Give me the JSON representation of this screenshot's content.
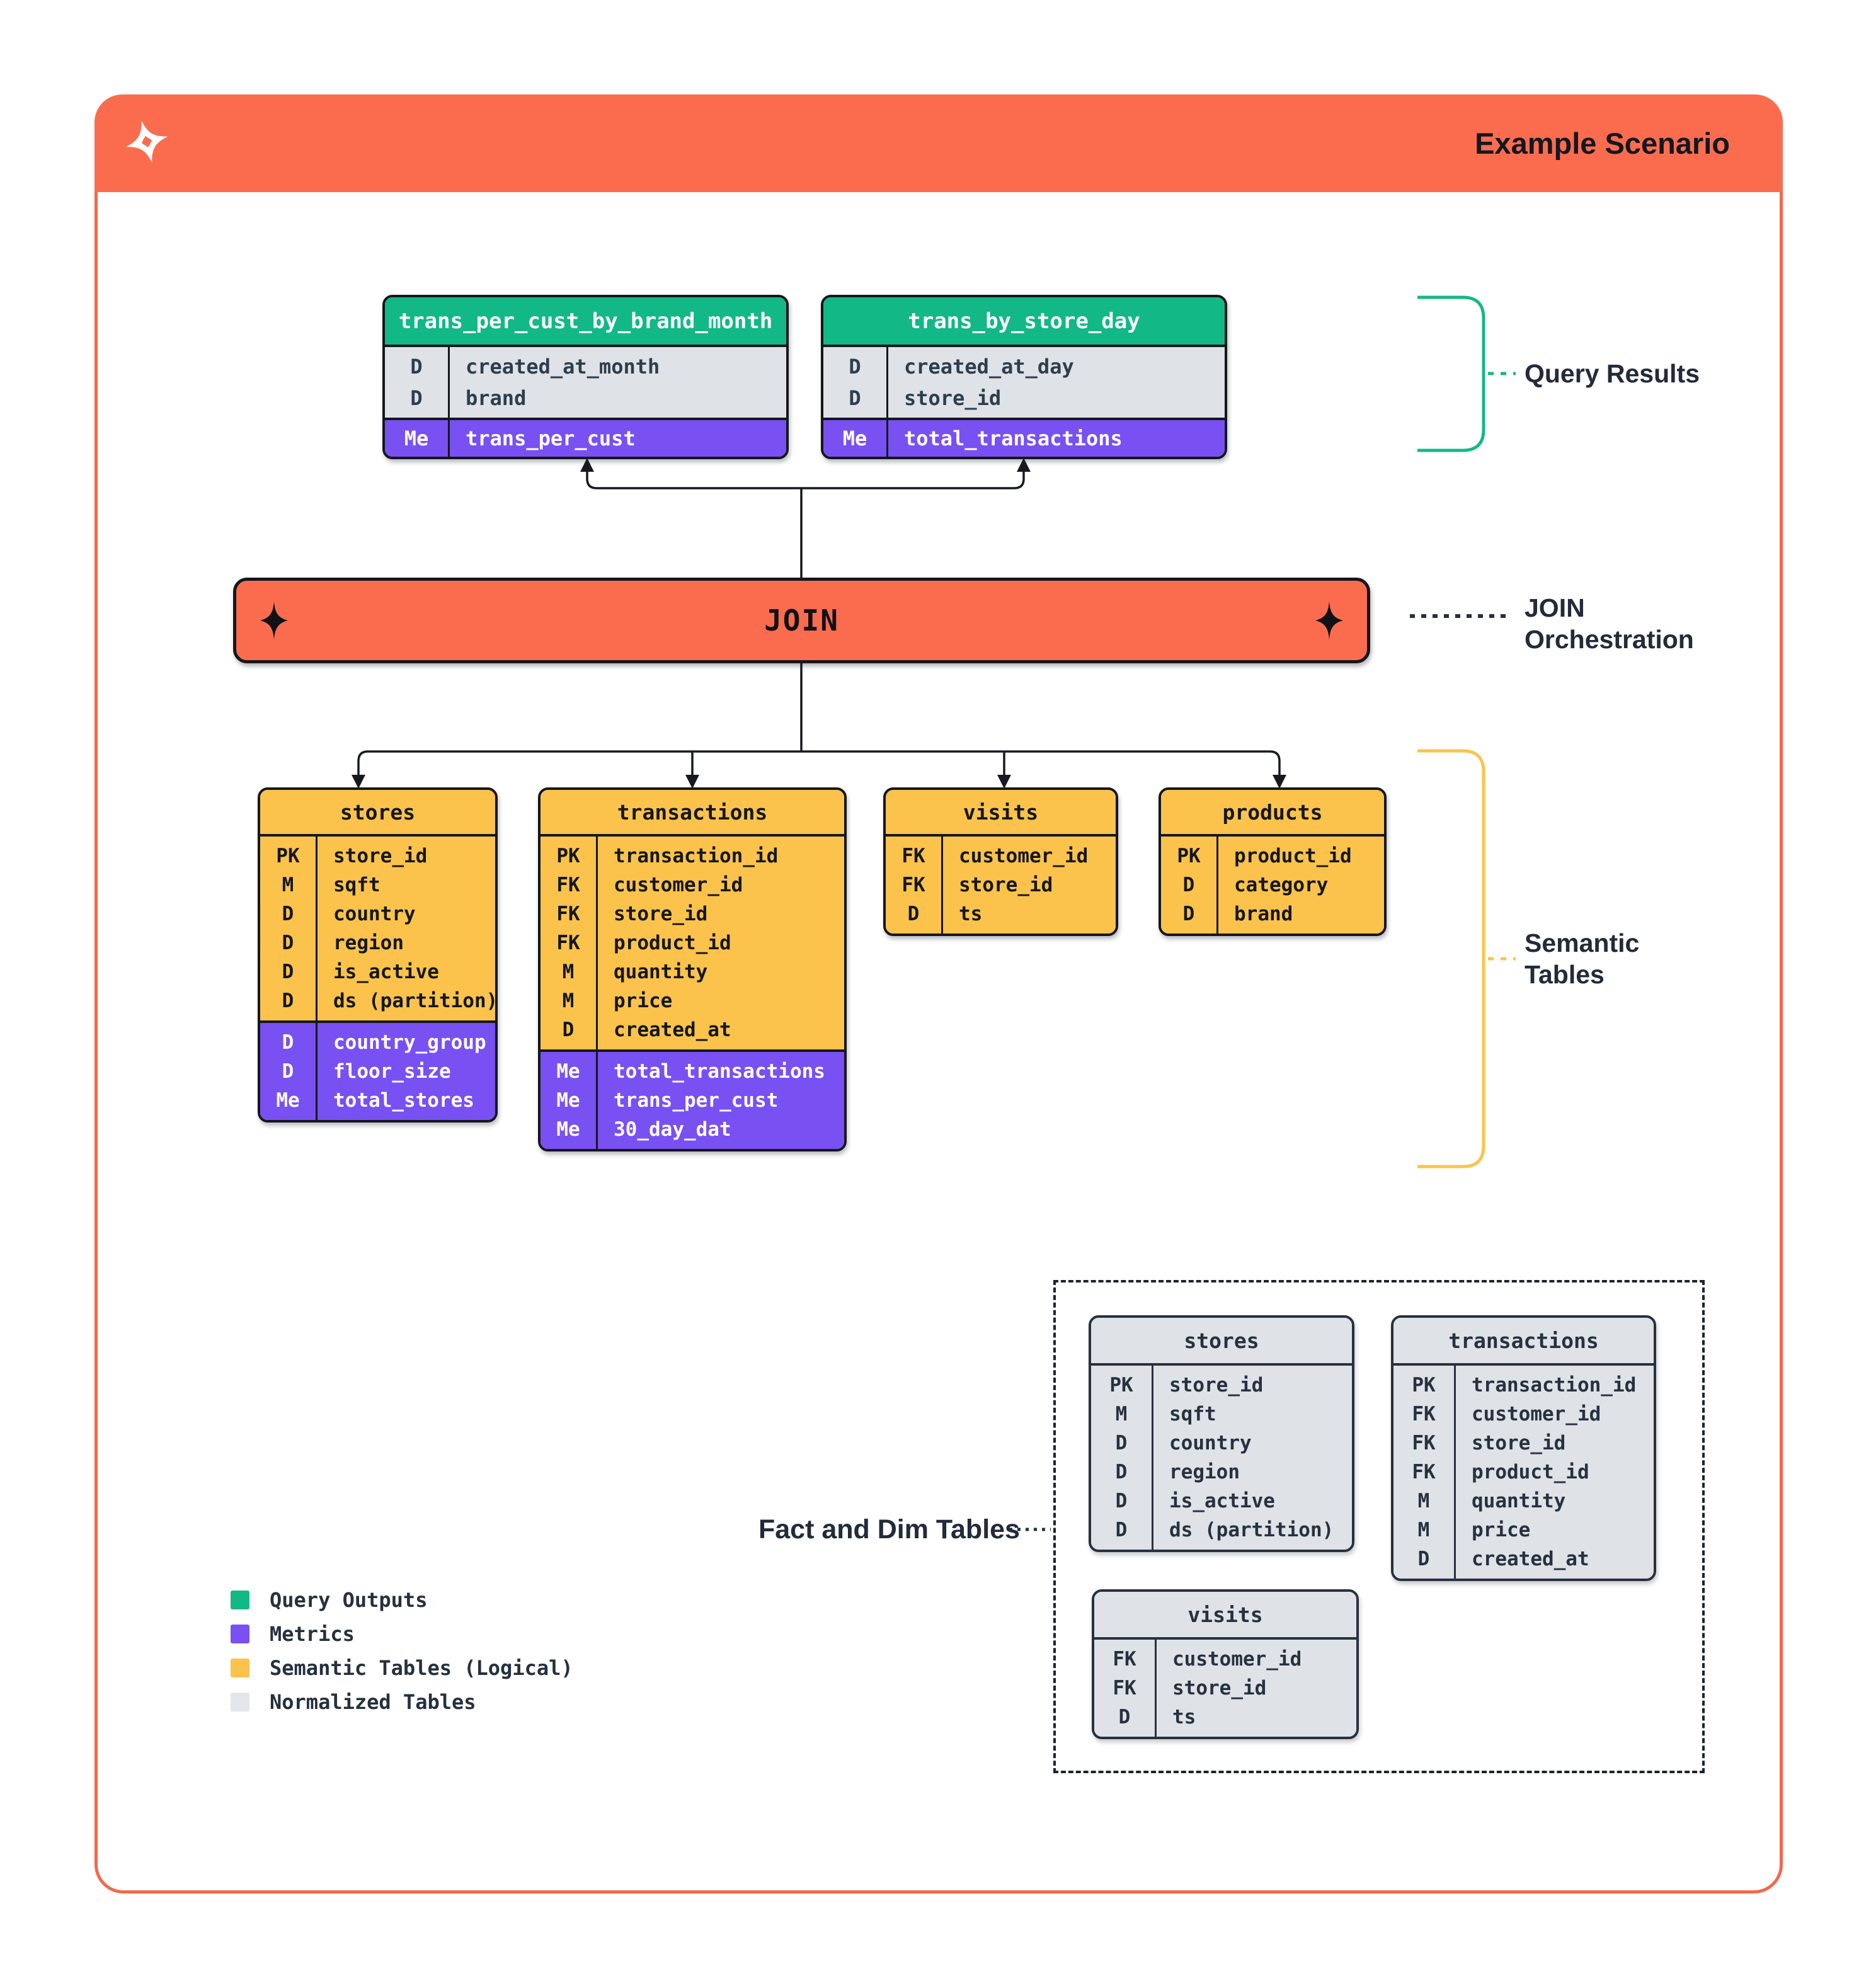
{
  "header": {
    "title": "Example Scenario"
  },
  "join_bar": {
    "label": "JOIN"
  },
  "annotations": {
    "query_results": "Query Results",
    "join_orchestration_line1": "JOIN",
    "join_orchestration_line2": "Orchestration",
    "semantic_line1": "Semantic",
    "semantic_line2": "Tables",
    "fact_dim": "Fact and Dim Tables"
  },
  "query_tables": [
    {
      "title": "trans_per_cust_by_brand_month",
      "sections": [
        {
          "variant": "gray",
          "rows": [
            [
              "D",
              "created_at_month"
            ],
            [
              "D",
              "brand"
            ]
          ]
        },
        {
          "variant": "purple",
          "rows": [
            [
              "Me",
              "trans_per_cust"
            ]
          ]
        }
      ]
    },
    {
      "title": "trans_by_store_day",
      "sections": [
        {
          "variant": "gray",
          "rows": [
            [
              "D",
              "created_at_day"
            ],
            [
              "D",
              "store_id"
            ]
          ]
        },
        {
          "variant": "purple",
          "rows": [
            [
              "Me",
              "total_transactions"
            ]
          ]
        }
      ]
    }
  ],
  "semantic_tables": [
    {
      "title": "stores",
      "sections": [
        {
          "variant": "yellow",
          "rows": [
            [
              "PK",
              "store_id"
            ],
            [
              "M",
              "sqft"
            ],
            [
              "D",
              "country"
            ],
            [
              "D",
              "region"
            ],
            [
              "D",
              "is_active"
            ],
            [
              "D",
              "ds (partition)"
            ]
          ]
        },
        {
          "variant": "purple",
          "rows": [
            [
              "D",
              "country_group"
            ],
            [
              "D",
              "floor_size"
            ],
            [
              "Me",
              "total_stores"
            ]
          ]
        }
      ]
    },
    {
      "title": "transactions",
      "sections": [
        {
          "variant": "yellow",
          "rows": [
            [
              "PK",
              "transaction_id"
            ],
            [
              "FK",
              "customer_id"
            ],
            [
              "FK",
              "store_id"
            ],
            [
              "FK",
              "product_id"
            ],
            [
              "M",
              "quantity"
            ],
            [
              "M",
              "price"
            ],
            [
              "D",
              "created_at"
            ]
          ]
        },
        {
          "variant": "purple",
          "rows": [
            [
              "Me",
              "total_transactions"
            ],
            [
              "Me",
              "trans_per_cust"
            ],
            [
              "Me",
              "30_day_dat"
            ]
          ]
        }
      ]
    },
    {
      "title": "visits",
      "sections": [
        {
          "variant": "yellow",
          "rows": [
            [
              "FK",
              "customer_id"
            ],
            [
              "FK",
              "store_id"
            ],
            [
              "D",
              "ts"
            ]
          ]
        }
      ]
    },
    {
      "title": "products",
      "sections": [
        {
          "variant": "yellow",
          "rows": [
            [
              "PK",
              "product_id"
            ],
            [
              "D",
              "category"
            ],
            [
              "D",
              "brand"
            ]
          ]
        }
      ]
    }
  ],
  "normalized_tables": [
    {
      "title": "stores",
      "sections": [
        {
          "variant": "gray2",
          "rows": [
            [
              "PK",
              "store_id"
            ],
            [
              "M",
              "sqft"
            ],
            [
              "D",
              "country"
            ],
            [
              "D",
              "region"
            ],
            [
              "D",
              "is_active"
            ],
            [
              "D",
              "ds (partition)"
            ]
          ]
        }
      ]
    },
    {
      "title": "transactions",
      "sections": [
        {
          "variant": "gray2",
          "rows": [
            [
              "PK",
              "transaction_id"
            ],
            [
              "FK",
              "customer_id"
            ],
            [
              "FK",
              "store_id"
            ],
            [
              "FK",
              "product_id"
            ],
            [
              "M",
              "quantity"
            ],
            [
              "M",
              "price"
            ],
            [
              "D",
              "created_at"
            ]
          ]
        }
      ]
    },
    {
      "title": "visits",
      "sections": [
        {
          "variant": "gray2",
          "rows": [
            [
              "FK",
              "customer_id"
            ],
            [
              "FK",
              "store_id"
            ],
            [
              "D",
              "ts"
            ]
          ]
        }
      ]
    }
  ],
  "legend": [
    {
      "color": "#12B886",
      "label": "Query Outputs"
    },
    {
      "color": "#7950F2",
      "label": "Metrics"
    },
    {
      "color": "#FBC34B",
      "label": "Semantic Tables (Logical)"
    },
    {
      "color": "#E3E6EA",
      "label": "Normalized Tables"
    }
  ],
  "colors": {
    "orange": "#FB6C4F",
    "green": "#12B886",
    "purple": "#7950F2",
    "yellow": "#FBC34B",
    "gray": "#DFE2E6",
    "navy": "#25303E"
  }
}
